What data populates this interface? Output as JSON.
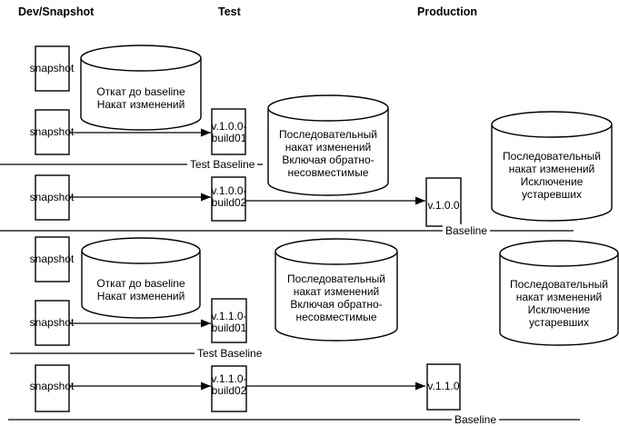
{
  "colors": {
    "stroke": "#000000",
    "background": "#ffffff",
    "text": "#000000"
  },
  "columns": {
    "dev": "Dev/Snapshot",
    "test": "Test",
    "production": "Production"
  },
  "labels": {
    "snapshot": "snapshot",
    "test_baseline": "Test Baseline",
    "baseline": "Baseline"
  },
  "cylinders": {
    "dev_rollback": {
      "line1": "Откат до baseline",
      "line2": "Накат изменений"
    },
    "test_sequential": {
      "line1": "Последовательный",
      "line2": "накат изменений",
      "line3": "Включая обратно-",
      "line4": "несовместимые"
    },
    "prod_sequential": {
      "line1": "Последовательный",
      "line2": "накат изменений",
      "line3": "Исключение",
      "line4": "устаревших"
    }
  },
  "builds": {
    "v100_build01": {
      "line1": "v.1.0.0-",
      "line2": "build01"
    },
    "v100_build02": {
      "line1": "v.1.0.0-",
      "line2": "build02"
    },
    "v110_build01": {
      "line1": "v.1.1.0-",
      "line2": "build01"
    },
    "v110_build02": {
      "line1": "v.1.1.0-",
      "line2": "build02"
    }
  },
  "releases": {
    "v100": "v.1.0.0",
    "v110": "v.1.1.0"
  }
}
